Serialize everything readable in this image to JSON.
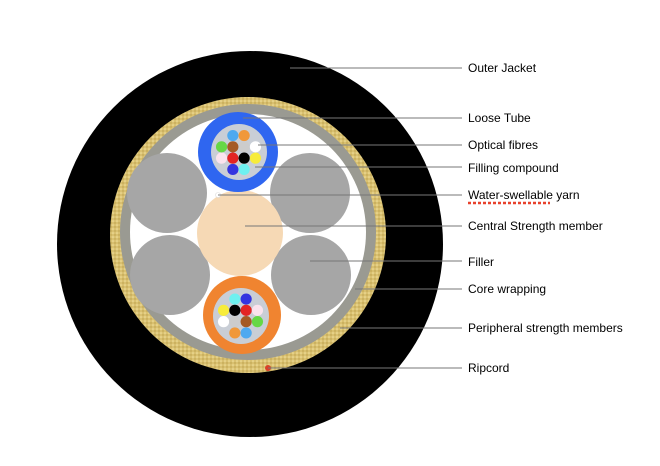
{
  "labels": {
    "outer_jacket": "Outer Jacket",
    "loose_tube": "Loose Tube",
    "optical_fibres": "Optical fibres",
    "filling_compound": "Filling compound",
    "water_swellable_yarn": "Water-swellable yarn",
    "central_strength_member": "Central Strength member",
    "filler": "Filler",
    "core_wrapping": "Core wrapping",
    "peripheral_strength_members": "Peripheral strength members",
    "ripcord": "Ripcord"
  },
  "colors": {
    "jacket": "#000000",
    "peripheral": "#d9c070",
    "core_wrap": "#9a9a92",
    "filler": "#a6a6a6",
    "central": "#f6d9b5",
    "tube_top": "#2f66f0",
    "tube_bottom": "#f08430",
    "gel": "#c9ced6",
    "ripcord": "#d8402a",
    "spellcheck": "#e8412c"
  },
  "fibres_top": [
    "#4ea9f0",
    "#f0983a",
    "#66d845",
    "#a55a25",
    "#cccccc",
    "#ffffff",
    "#fbe3ee",
    "#e32424",
    "#000000",
    "#f7ec3a",
    "#3434e0",
    "#6ef0f0"
  ],
  "fibres_bottom": [
    "#6ef0f0",
    "#3434e0",
    "#f7ec3a",
    "#000000",
    "#e32424",
    "#fbe3ee",
    "#ffffff",
    "#cccccc",
    "#a55a25",
    "#66d845",
    "#f0983a",
    "#4ea9f0"
  ]
}
